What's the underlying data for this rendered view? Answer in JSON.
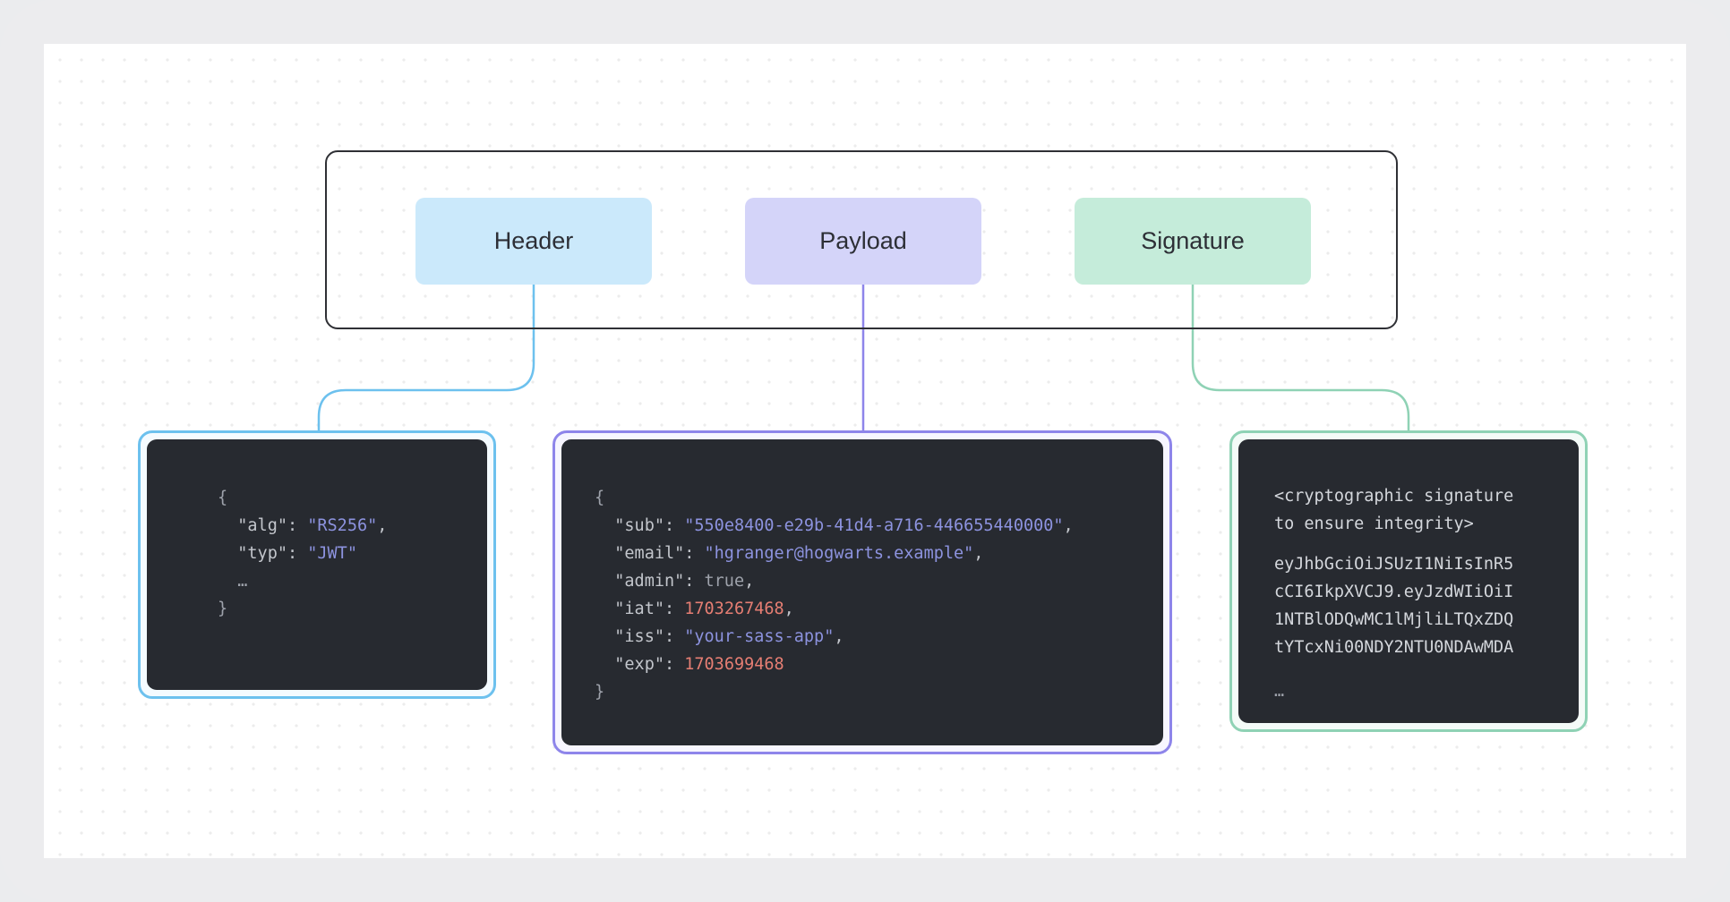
{
  "diagram": {
    "parts": [
      {
        "label": "Header",
        "color": "#cbe9fb",
        "connector_color": "#6dc1ee"
      },
      {
        "label": "Payload",
        "color": "#d4d4f9",
        "connector_color": "#8e85ea"
      },
      {
        "label": "Signature",
        "color": "#c5ecda",
        "connector_color": "#8fd2b5"
      }
    ],
    "header_code": {
      "open": "{",
      "alg_key": "\"alg\"",
      "alg_val": "\"RS256\"",
      "typ_key": "\"typ\"",
      "typ_val": "\"JWT\"",
      "ellipsis": "…",
      "close": "}"
    },
    "payload_code": {
      "open": "{",
      "sub_key": "\"sub\"",
      "sub_val": "\"550e8400-e29b-41d4-a716-446655440000\"",
      "email_key": "\"email\"",
      "email_val": "\"hgranger@hogwarts.example\"",
      "admin_key": "\"admin\"",
      "admin_val": "true",
      "iat_key": "\"iat\"",
      "iat_val": "1703267468",
      "iss_key": "\"iss\"",
      "iss_val": "\"your-sass-app\"",
      "exp_key": "\"exp\"",
      "exp_val": "1703699468",
      "close": "}"
    },
    "signature_code": {
      "comment_line1": "<cryptographic signature",
      "comment_line2": "to ensure integrity>",
      "token_lines": [
        "eyJhbGciOiJSUzI1NiIsInR5",
        "cCI6IkpXVCJ9.eyJzdWIiOiI",
        "1NTBlODQwMC1lMjliLTQxZDQ",
        "tYTcxNi00NDY2NTU0NDAwMDA"
      ],
      "ellipsis": "…"
    }
  }
}
